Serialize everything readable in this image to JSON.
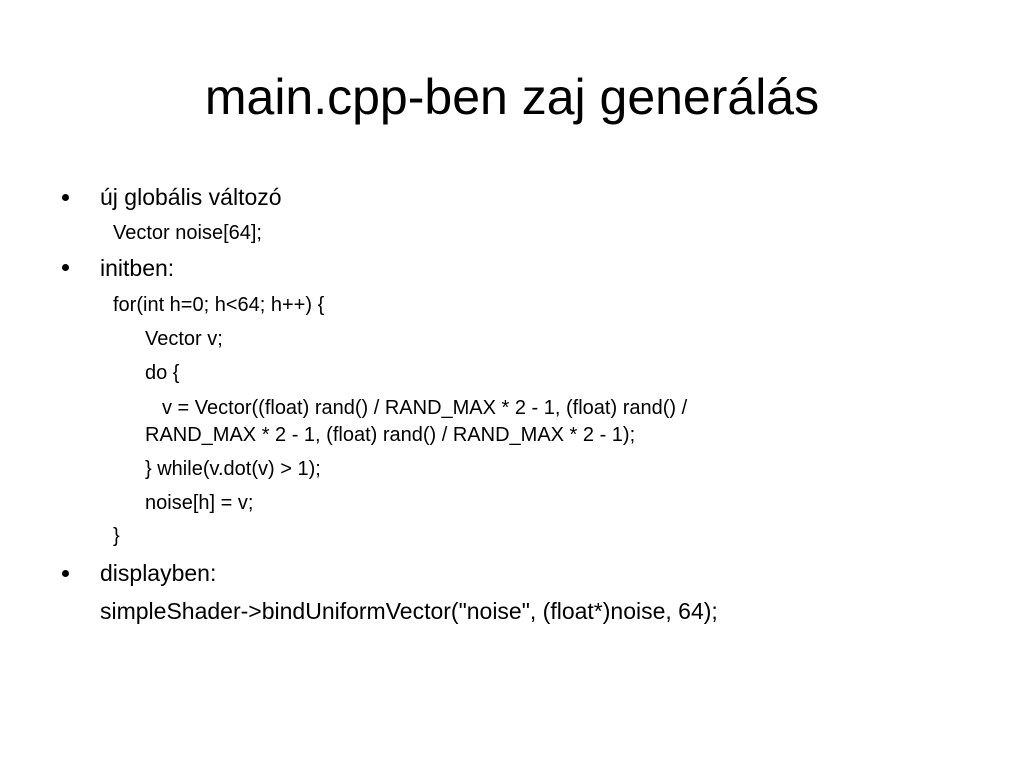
{
  "slide": {
    "title": "main.cpp-ben zaj generálás",
    "bullets": [
      {
        "label": "új globális változó",
        "lines": [
          "Vector noise[64];"
        ]
      },
      {
        "label": "initben:",
        "lines": [
          "for(int h=0; h<64; h++) {",
          "Vector v;",
          "do {",
          "v = Vector((float) rand() / RAND_MAX * 2 - 1, (float) rand() /",
          "RAND_MAX * 2 - 1, (float) rand() / RAND_MAX * 2 - 1);",
          "} while(v.dot(v) > 1);",
          "noise[h] = v;",
          "}"
        ]
      },
      {
        "label": "displayben:",
        "lines": [
          "simpleShader->bindUniformVector(\"noise\", (float*)noise, 64);"
        ]
      }
    ]
  }
}
